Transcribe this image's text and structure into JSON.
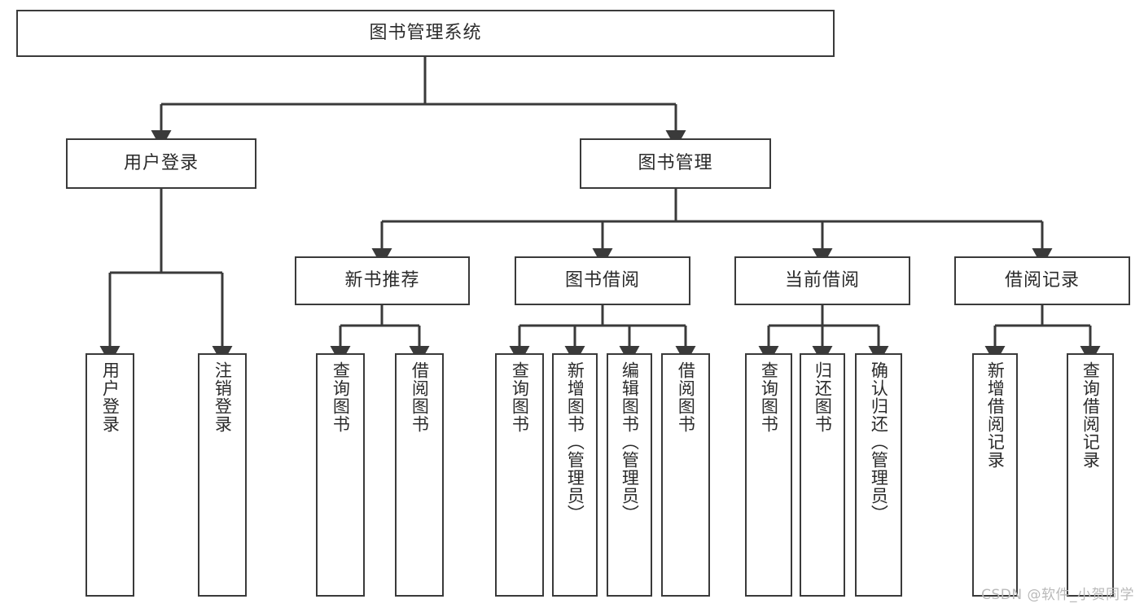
{
  "diagram": {
    "title": "图书管理系统",
    "watermark": "CSDN @软件_小贺同学",
    "colors": {
      "stroke": "#3a3a3a",
      "fill": "#ffffff",
      "text": "#2b2b2b",
      "watermark": "#b9b9b9"
    },
    "levels": {
      "root": {
        "label": "图书管理系统"
      },
      "level2": [
        {
          "id": "user-login",
          "label": "用户登录"
        },
        {
          "id": "book-manage",
          "label": "图书管理"
        }
      ],
      "level3": [
        {
          "id": "new-book-rec",
          "label": "新书推荐"
        },
        {
          "id": "book-borrow",
          "label": "图书借阅"
        },
        {
          "id": "current-borrow",
          "label": "当前借阅"
        },
        {
          "id": "borrow-record",
          "label": "借阅记录"
        }
      ],
      "leaves": {
        "user-login": [
          {
            "id": "leaf-user-login",
            "label": "用户登录"
          },
          {
            "id": "leaf-logout-login",
            "label": "注销登录"
          }
        ],
        "new-book-rec": [
          {
            "id": "leaf-query-book-1",
            "label": "查询图书"
          },
          {
            "id": "leaf-borrow-book-1",
            "label": "借阅图书"
          }
        ],
        "book-borrow": [
          {
            "id": "leaf-query-book-2",
            "label": "查询图书"
          },
          {
            "id": "leaf-add-book",
            "label": "新增图书（管理员）"
          },
          {
            "id": "leaf-edit-book",
            "label": "编辑图书（管理员）"
          },
          {
            "id": "leaf-borrow-book-2",
            "label": "借阅图书"
          }
        ],
        "current-borrow": [
          {
            "id": "leaf-query-book-3",
            "label": "查询图书"
          },
          {
            "id": "leaf-return-book",
            "label": "归还图书"
          },
          {
            "id": "leaf-confirm-return",
            "label": "确认归还（管理员）"
          }
        ],
        "borrow-record": [
          {
            "id": "leaf-add-record",
            "label": "新增借阅记录"
          },
          {
            "id": "leaf-query-record",
            "label": "查询借阅记录"
          }
        ]
      }
    }
  }
}
